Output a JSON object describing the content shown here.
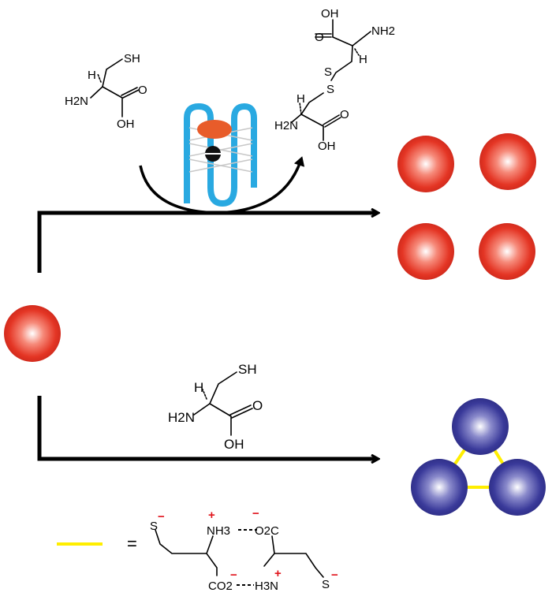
{
  "colors": {
    "red_np": "#e43524",
    "blue_np": "#3a3a9a",
    "linker": "#ffee00",
    "charge": "#e0141b",
    "aptamer": "#29a9e1",
    "target_orange": "#e85c2a"
  },
  "top_pathway": {
    "cysteine": {
      "sh": "SH",
      "h": "H",
      "nh2": "H2N",
      "o": "O",
      "oh": "OH"
    },
    "cystine": {
      "oh_top": "OH",
      "o_top": "O",
      "nh2_top": "NH2",
      "h_top": "H",
      "s1": "S",
      "s2": "S",
      "h_bottom": "H",
      "nh2_bottom": "H2N",
      "o_bottom": "O",
      "oh_bottom": "OH"
    }
  },
  "bottom_pathway": {
    "cysteine": {
      "sh": "SH",
      "h": "H",
      "nh2": "H2N",
      "o": "O",
      "oh": "OH"
    }
  },
  "legend": {
    "equals": "=",
    "left": {
      "s": "S",
      "nh3": "NH3",
      "co2": "CO2"
    },
    "right": {
      "o2c": "O2C",
      "h3n": "H3N",
      "s": "S"
    },
    "charge_plus": "+",
    "charge_minus": "−"
  }
}
